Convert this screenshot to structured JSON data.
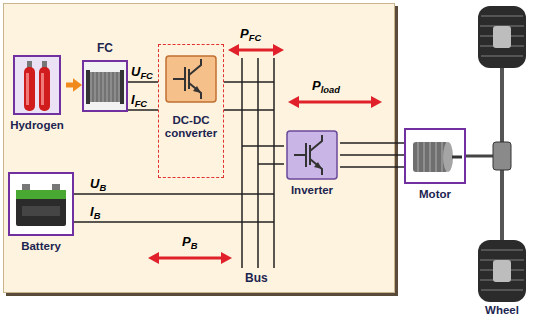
{
  "diagram": {
    "nodes": [
      {
        "text": [
          "Hydrogen"
        ]
      },
      {
        "text": [
          "FC"
        ]
      },
      {
        "text": [
          "DC-DC converter"
        ]
      },
      {
        "text": [
          "Battery"
        ]
      },
      {
        "text": [
          "Inverter"
        ]
      },
      {
        "text": [
          "Motor"
        ]
      },
      {
        "text": [
          "Wheel"
        ]
      }
    ],
    "edges": [
      {
        "from": 0,
        "to": 1,
        "arrow": "to"
      },
      {
        "from": 1,
        "to": 2,
        "label": "UFC",
        "arrow": "none"
      },
      {
        "from": 1,
        "to": 2,
        "label": "IFC",
        "arrow": "none"
      },
      {
        "from": 4,
        "to": 5,
        "arrow": "none"
      },
      {
        "from": 4,
        "to": 5,
        "arrow": "none"
      },
      {
        "from": 4,
        "to": 5,
        "arrow": "none"
      },
      {
        "from": 5,
        "to": 6,
        "arrow": "none"
      }
    ],
    "labels": [
      "PFC",
      "Pload",
      "UB",
      "IB",
      "PB",
      "Bus"
    ]
  }
}
